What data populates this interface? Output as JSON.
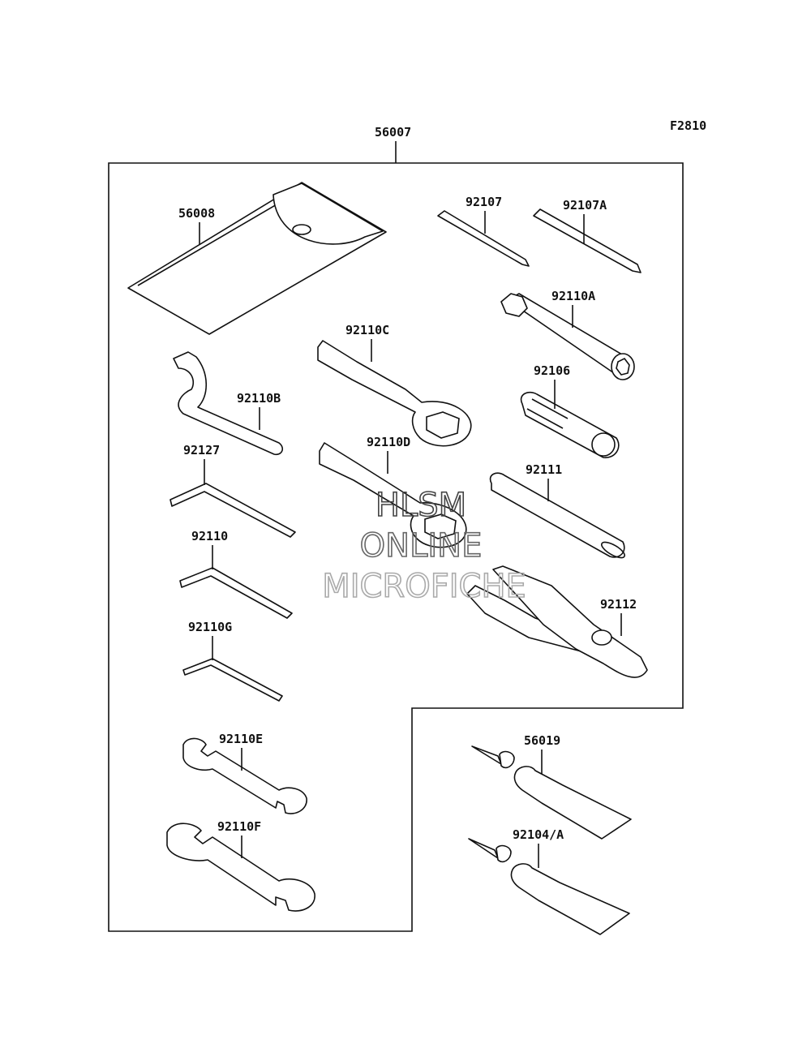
{
  "figure_code": "F2810",
  "kit": {
    "label": "56007"
  },
  "watermark": {
    "line1": "HLSM",
    "line2": "ONLINE",
    "line3": "MICROFICHE"
  },
  "parts": [
    {
      "id": "56008",
      "label": "56008",
      "name": "Tool pouch"
    },
    {
      "id": "92107",
      "label": "92107",
      "name": "Screwdriver bit"
    },
    {
      "id": "92107A",
      "label": "92107A",
      "name": "Screwdriver bit"
    },
    {
      "id": "92110A",
      "label": "92110A",
      "name": "Box wrench"
    },
    {
      "id": "92110C",
      "label": "92110C",
      "name": "Ring wrench"
    },
    {
      "id": "92106",
      "label": "92106",
      "name": "Socket"
    },
    {
      "id": "92110B",
      "label": "92110B",
      "name": "Hook wrench"
    },
    {
      "id": "92110D",
      "label": "92110D",
      "name": "Ring wrench"
    },
    {
      "id": "92127",
      "label": "92127",
      "name": "Hex key"
    },
    {
      "id": "92111",
      "label": "92111",
      "name": "Handle bar"
    },
    {
      "id": "92110",
      "label": "92110",
      "name": "Hex key"
    },
    {
      "id": "92112",
      "label": "92112",
      "name": "Pliers"
    },
    {
      "id": "92110G",
      "label": "92110G",
      "name": "Hex key"
    },
    {
      "id": "92110E",
      "label": "92110E",
      "name": "Open-end wrench"
    },
    {
      "id": "56019",
      "label": "56019",
      "name": "Grease tube"
    },
    {
      "id": "92110F",
      "label": "92110F",
      "name": "Open-end wrench"
    },
    {
      "id": "92104/A",
      "label": "92104/A",
      "name": "Grease tube"
    }
  ]
}
